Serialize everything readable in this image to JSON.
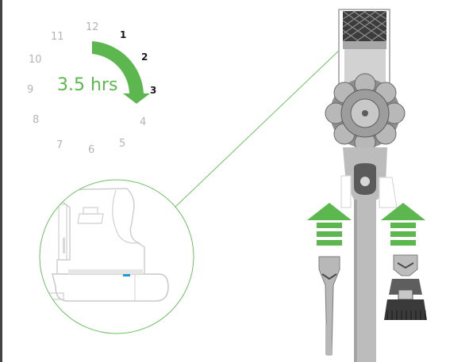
{
  "clock": {
    "duration_label": "3.5 hrs",
    "numbers": [
      "12",
      "1",
      "2",
      "3",
      "4",
      "5",
      "6",
      "7",
      "8",
      "9",
      "10",
      "11"
    ],
    "highlighted": [
      "1",
      "2",
      "3"
    ]
  },
  "colors": {
    "accent": "#5cb84e",
    "device_grey": "#c2c2c2",
    "device_dark": "#8a8a8a",
    "charge_light": "#1e9ad6",
    "muted_text": "#b4b4b4"
  },
  "icons": {
    "arrow": "curved-arrow-icon",
    "attach": "up-arrow-icon"
  }
}
